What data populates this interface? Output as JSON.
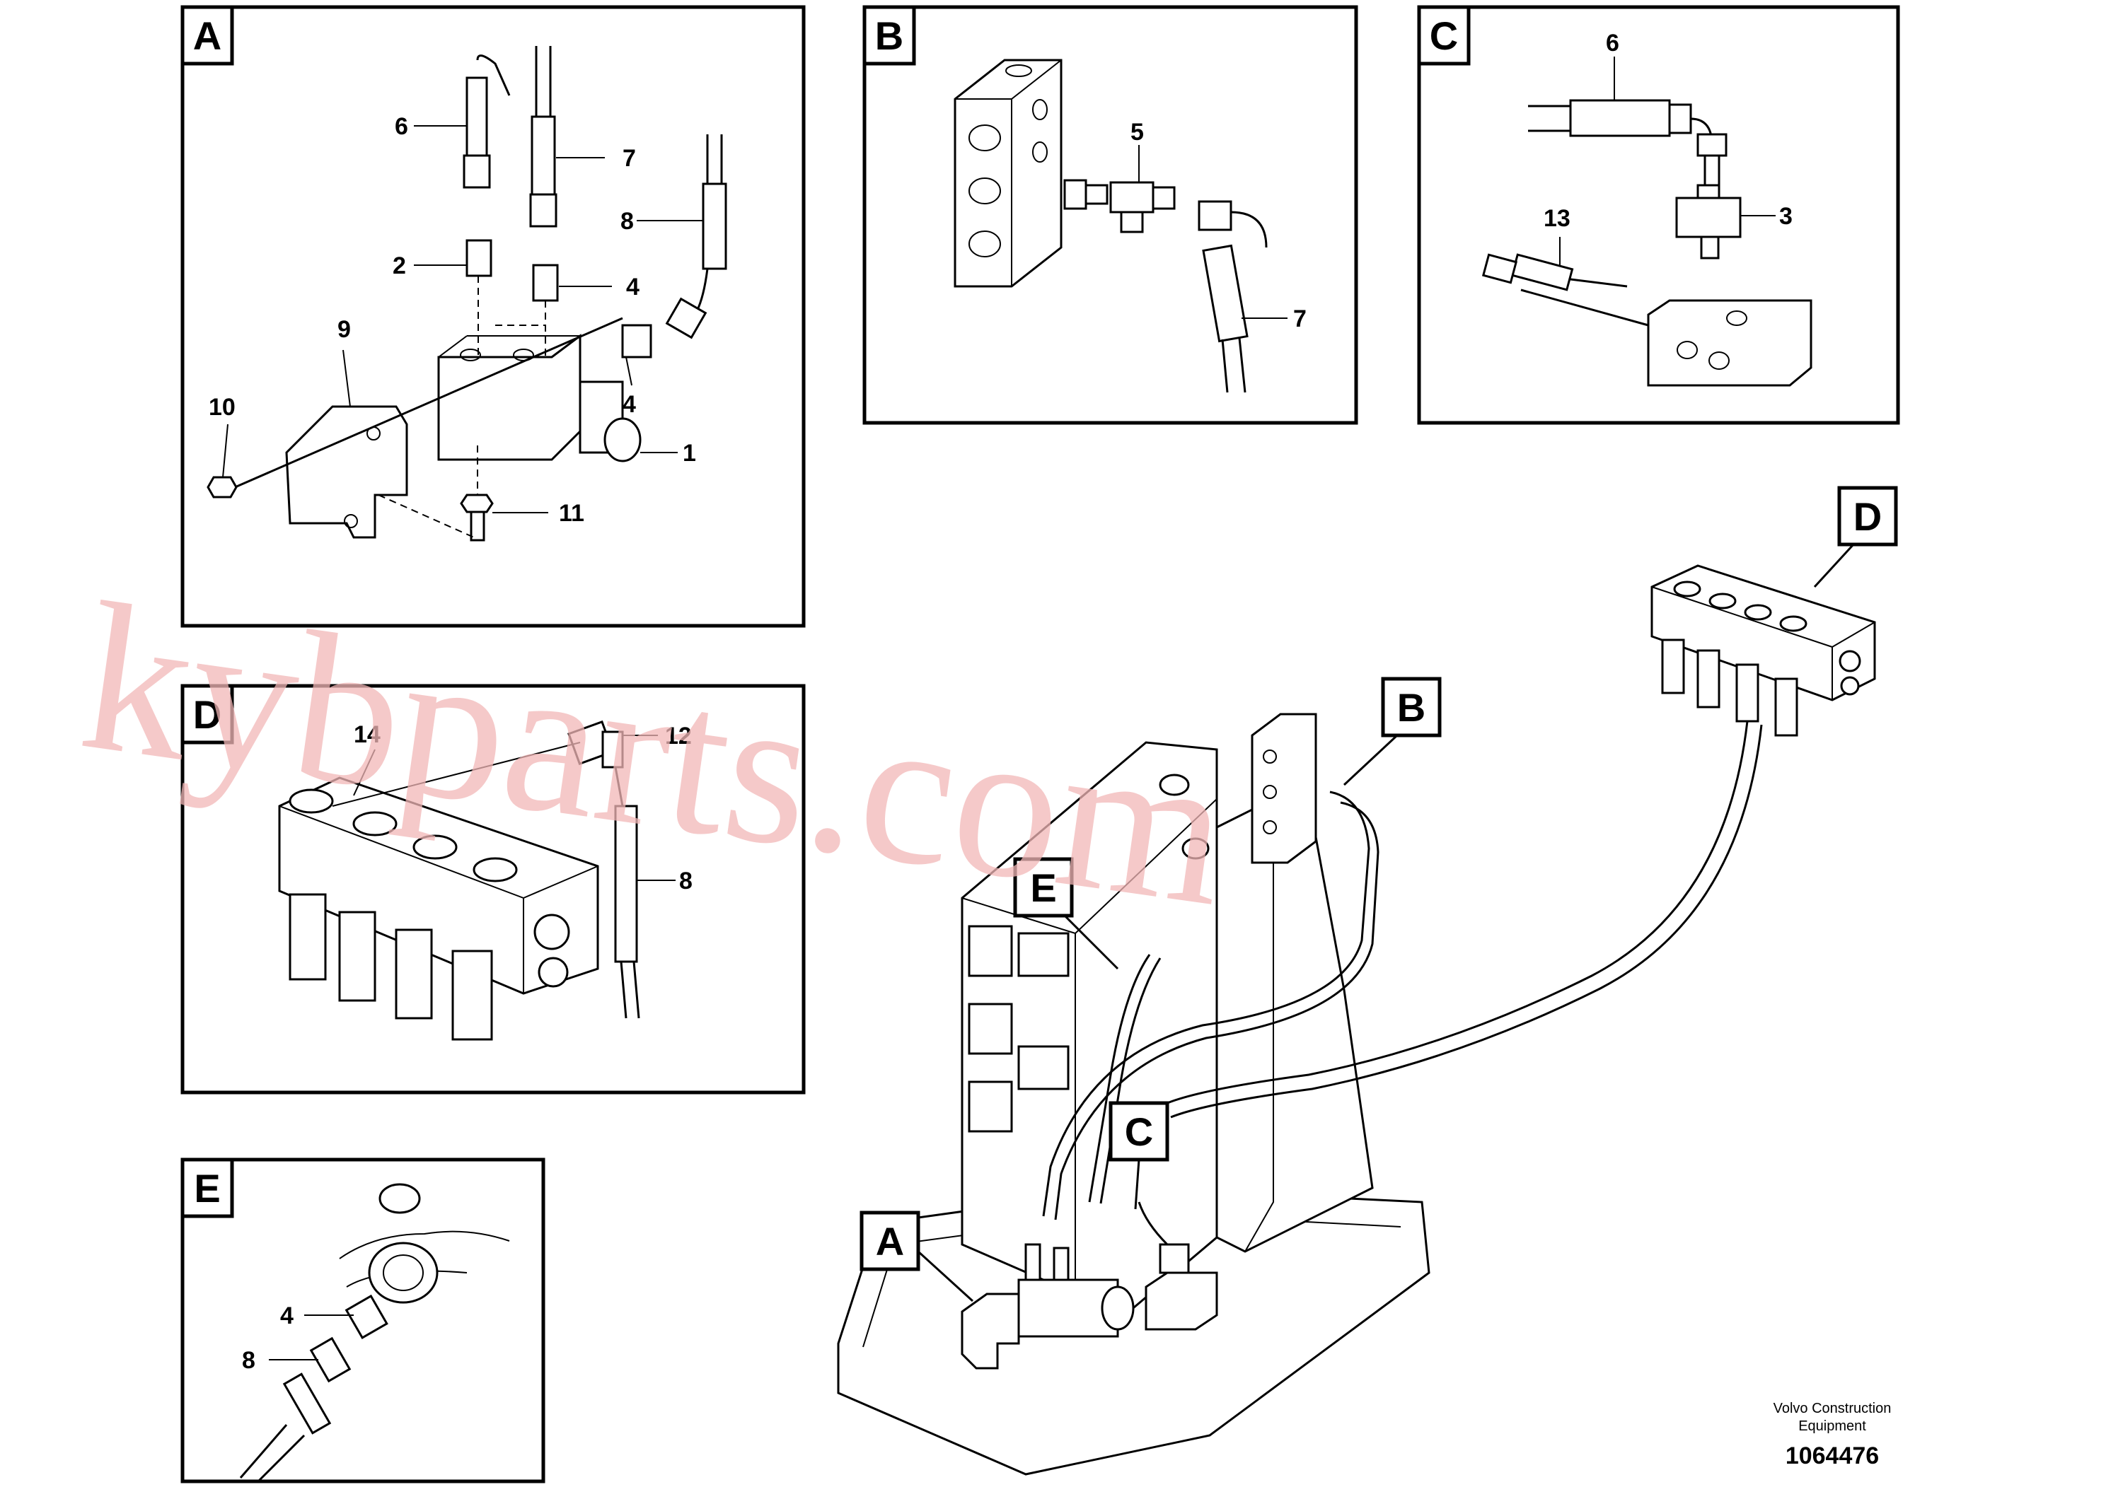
{
  "panels": {
    "A": {
      "tag": "A",
      "callouts": [
        "6",
        "7",
        "8",
        "2",
        "4",
        "9",
        "4",
        "10",
        "1",
        "11"
      ]
    },
    "B": {
      "tag": "B",
      "callouts": [
        "5",
        "7"
      ]
    },
    "C": {
      "tag": "C",
      "callouts": [
        "6",
        "13",
        "3"
      ]
    },
    "D": {
      "tag": "D",
      "callouts": [
        "14",
        "12",
        "8"
      ]
    },
    "E": {
      "tag": "E",
      "callouts": [
        "4",
        "8"
      ]
    }
  },
  "main_view": {
    "tags": [
      "D",
      "B",
      "E",
      "C",
      "A"
    ]
  },
  "watermark": "kybparts.com",
  "footer": {
    "company_line1": "Volvo Construction",
    "company_line2": "Equipment",
    "drawing_number": "1064476"
  }
}
